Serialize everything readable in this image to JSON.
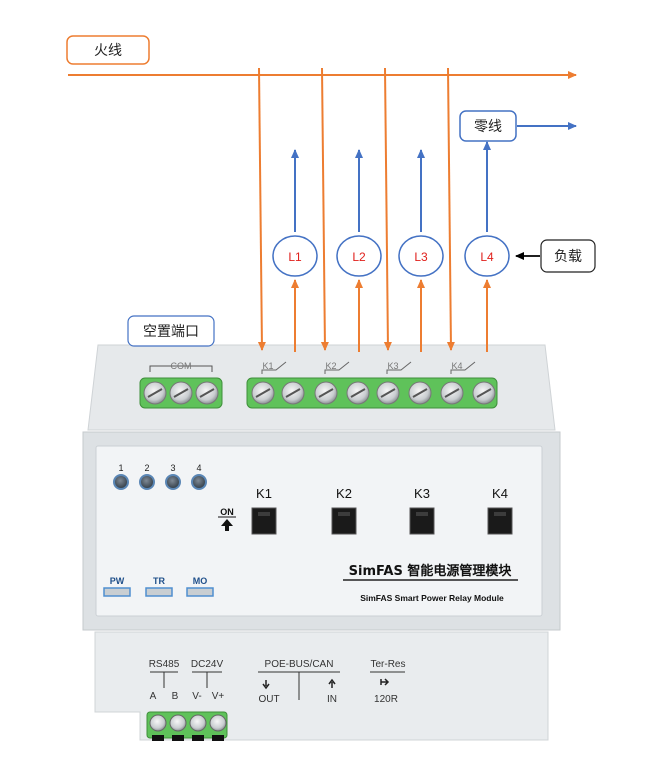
{
  "labels": {
    "live_wire": "火线",
    "neutral_wire": "零线",
    "load": "负载",
    "spare_port": "空置端口",
    "loads": [
      "L1",
      "L2",
      "L3",
      "L4"
    ]
  },
  "module": {
    "com_label": "COM",
    "relay_terminal_labels": [
      "K1",
      "K2",
      "K3",
      "K4"
    ],
    "indicator_numbers": [
      "1",
      "2",
      "3",
      "4"
    ],
    "on_label": "ON",
    "button_labels": [
      "K1",
      "K2",
      "K3",
      "K4"
    ],
    "status_leds": [
      "PW",
      "TR",
      "MO"
    ],
    "brand_title": "SimFAS 智能电源管理模块",
    "brand_subtitle": "SimFAS Smart Power Relay Module",
    "bottom_headers": {
      "rs485": "RS485",
      "dc24v": "DC24V",
      "poe": "POE-BUS/CAN",
      "ter": "Ter-Res"
    },
    "bottom_pins": {
      "a": "A",
      "b": "B",
      "vminus": "V-",
      "vplus": "V+",
      "out": "OUT",
      "in": "IN",
      "r120": "120R"
    }
  },
  "colors": {
    "live": "#ed7d31",
    "neutral": "#4472c4",
    "load_text": "#e0201b",
    "terminal_green": "#5fc25a",
    "housing": "#e9ecee",
    "panel": "#f1f3f5"
  }
}
